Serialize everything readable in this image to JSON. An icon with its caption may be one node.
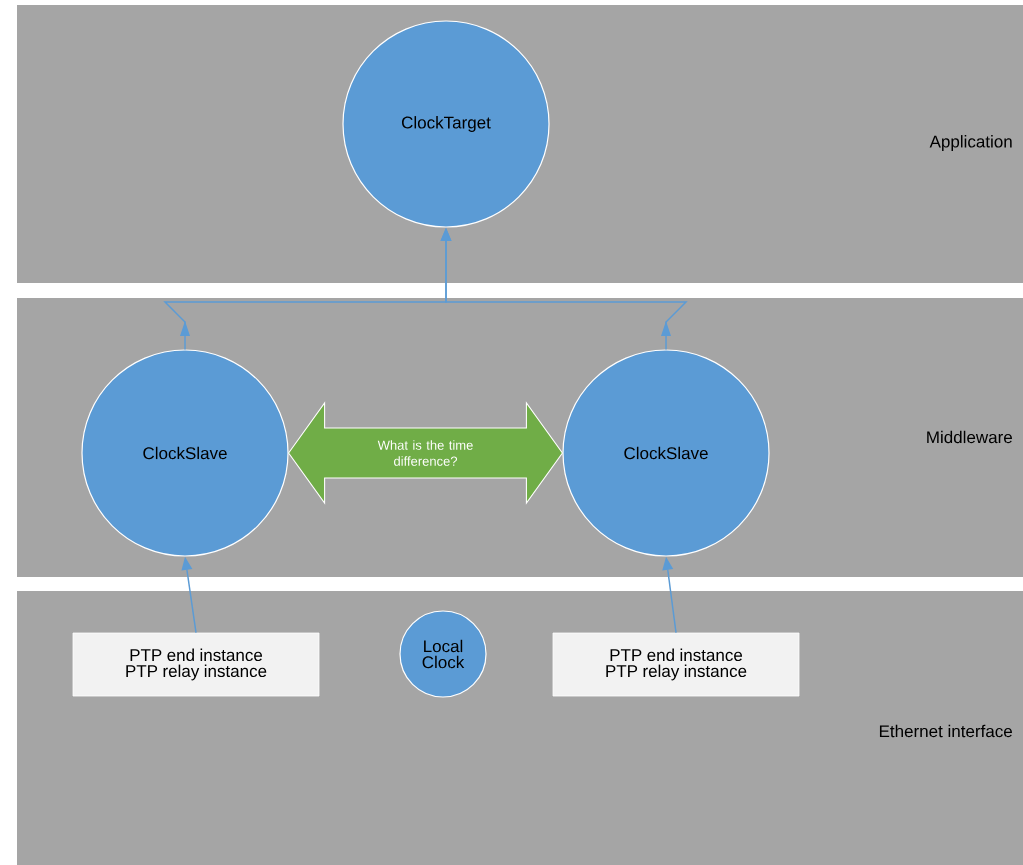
{
  "diagram": {
    "nodes": [
      {
        "text": [
          "Application"
        ]
      },
      {
        "text": [
          "ClockTarget"
        ],
        "in": 0
      },
      {
        "text": [
          "Middleware"
        ]
      },
      {
        "text": [
          "ClockSlave"
        ],
        "in": 2
      },
      {
        "text": [
          "ClockSlave"
        ],
        "in": 2
      },
      {
        "text": [
          "Ethernet interface"
        ]
      },
      {
        "text": [
          "PTP end instance PTP relay instance"
        ],
        "in": 5
      },
      {
        "text": [
          "Local Clock"
        ],
        "in": 5
      },
      {
        "text": [
          "PTP end instance PTP relay instance"
        ],
        "in": 5
      }
    ],
    "edges": [
      {
        "from": 3,
        "to": 1,
        "arrow": "to"
      },
      {
        "from": 4,
        "to": 1,
        "arrow": "to"
      },
      {
        "from": 3,
        "to": 4,
        "arrow": "both",
        "label": "What is the time difference?",
        "style": "thick",
        "color": "#70ad47"
      },
      {
        "from": 6,
        "to": 3,
        "arrow": "to"
      },
      {
        "from": 8,
        "to": 4,
        "arrow": "to"
      }
    ]
  }
}
